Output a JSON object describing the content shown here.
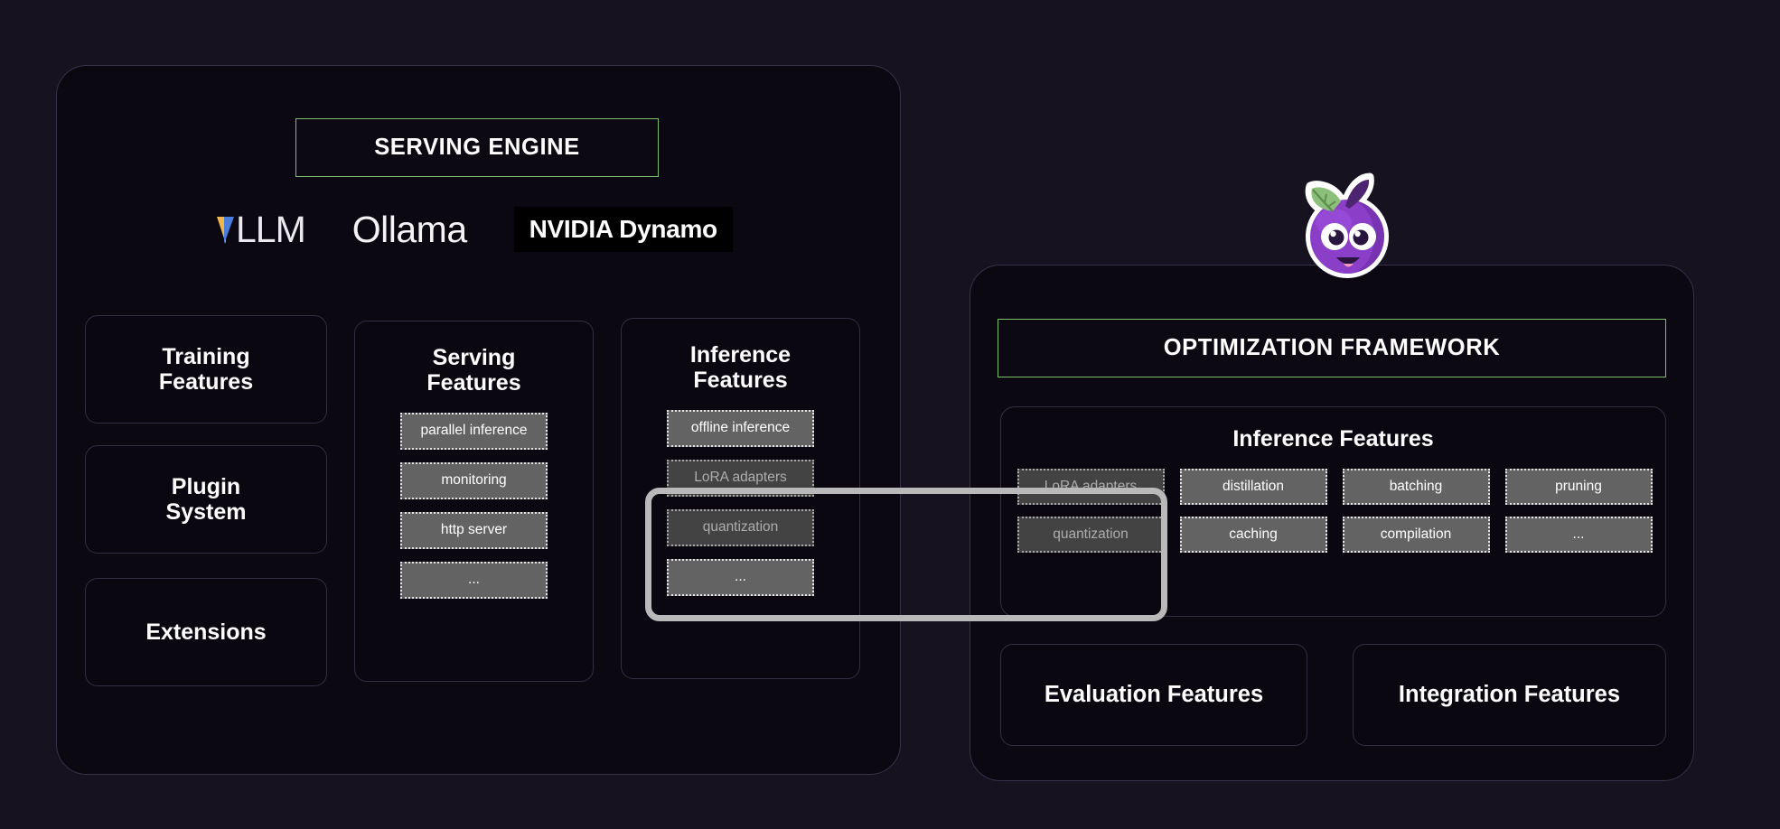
{
  "serving_panel": {
    "title": "SERVING ENGINE",
    "engines": [
      {
        "name": "vllm-logo",
        "label": "LLM"
      },
      {
        "name": "ollama-logo",
        "label": "Ollama"
      },
      {
        "name": "nvidia-dynamo-logo",
        "label": "NVIDIA Dynamo"
      }
    ],
    "stack_cards": [
      {
        "label": "Training\nFeatures"
      },
      {
        "label": "Plugin\nSystem"
      },
      {
        "label": "Extensions"
      }
    ],
    "columns": [
      {
        "title": "Serving\nFeatures",
        "pills": [
          {
            "label": "parallel inference",
            "dim": false
          },
          {
            "label": "monitoring",
            "dim": false
          },
          {
            "label": "http server",
            "dim": false
          },
          {
            "label": "...",
            "dim": false
          }
        ]
      },
      {
        "title": "Inference\nFeatures",
        "pills": [
          {
            "label": "offline inference",
            "dim": false
          },
          {
            "label": "LoRA adapters",
            "dim": true
          },
          {
            "label": "quantization",
            "dim": true
          },
          {
            "label": "...",
            "dim": false
          }
        ]
      }
    ]
  },
  "optimization_panel": {
    "title": "OPTIMIZATION FRAMEWORK",
    "inner_title": "Inference Features",
    "grid_pills": [
      {
        "label": "LoRA adapters",
        "dim": true
      },
      {
        "label": "distillation",
        "dim": false
      },
      {
        "label": "batching",
        "dim": false
      },
      {
        "label": "pruning",
        "dim": false
      },
      {
        "label": "quantization",
        "dim": true
      },
      {
        "label": "caching",
        "dim": false
      },
      {
        "label": "compilation",
        "dim": false
      },
      {
        "label": "...",
        "dim": false
      }
    ],
    "bottom_cards": [
      {
        "label": "Evaluation Features"
      },
      {
        "label": "Integration Features"
      }
    ]
  },
  "mascot": {
    "name": "plum-mascot-icon"
  },
  "highlight": {
    "name": "shared-features-highlight"
  },
  "colors": {
    "page_background": "#17121f",
    "panel_background": "#0b0811",
    "panel_border": "#37324a",
    "accent_green": "#7ec06c",
    "pill_fill": "#636363",
    "pill_fill_dim": "#434343",
    "highlight_border": "#b9b9b9",
    "mascot_purple": "#8b3fc9",
    "mascot_leaf_green": "#8cc07a",
    "vllm_gold": "#f0b84a",
    "vllm_blue": "#4a7ddc"
  }
}
